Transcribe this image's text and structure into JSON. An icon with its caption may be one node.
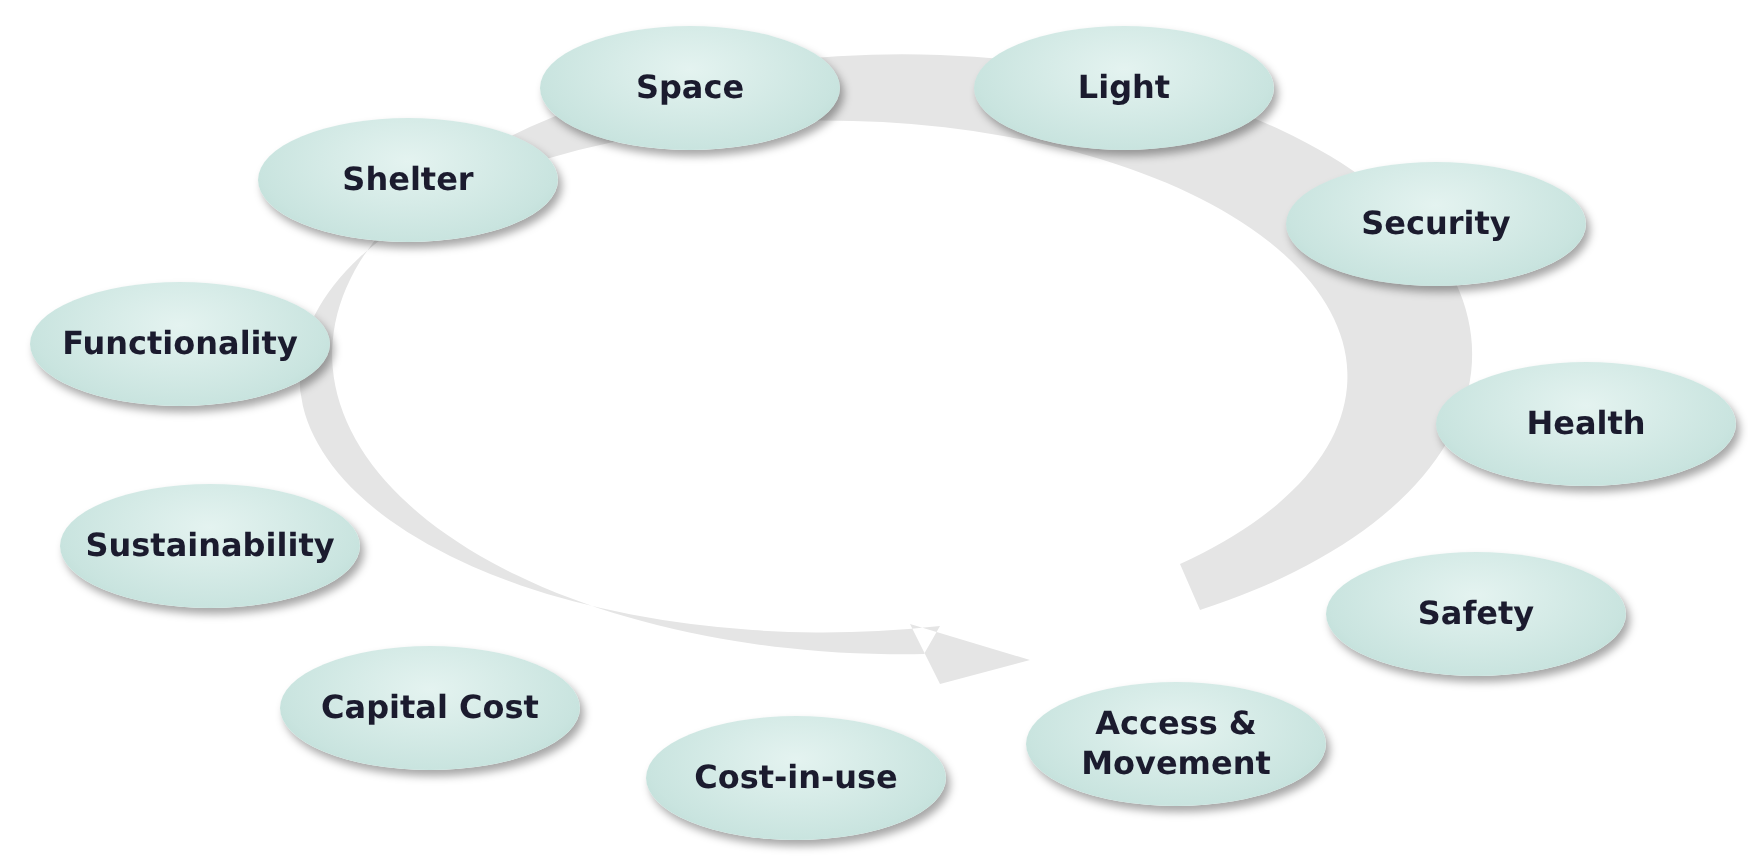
{
  "diagram": {
    "nodes": [
      {
        "text": [
          "Space"
        ]
      },
      {
        "text": [
          "Light"
        ]
      },
      {
        "text": [
          "Shelter"
        ]
      },
      {
        "text": [
          "Security"
        ]
      },
      {
        "text": [
          "Functionality"
        ]
      },
      {
        "text": [
          "Health"
        ]
      },
      {
        "text": [
          "Sustainability"
        ]
      },
      {
        "text": [
          "Safety"
        ]
      },
      {
        "text": [
          "Capital Cost"
        ]
      },
      {
        "text": [
          "Access & Movement"
        ]
      },
      {
        "text": [
          "Cost-in-use"
        ]
      }
    ]
  }
}
